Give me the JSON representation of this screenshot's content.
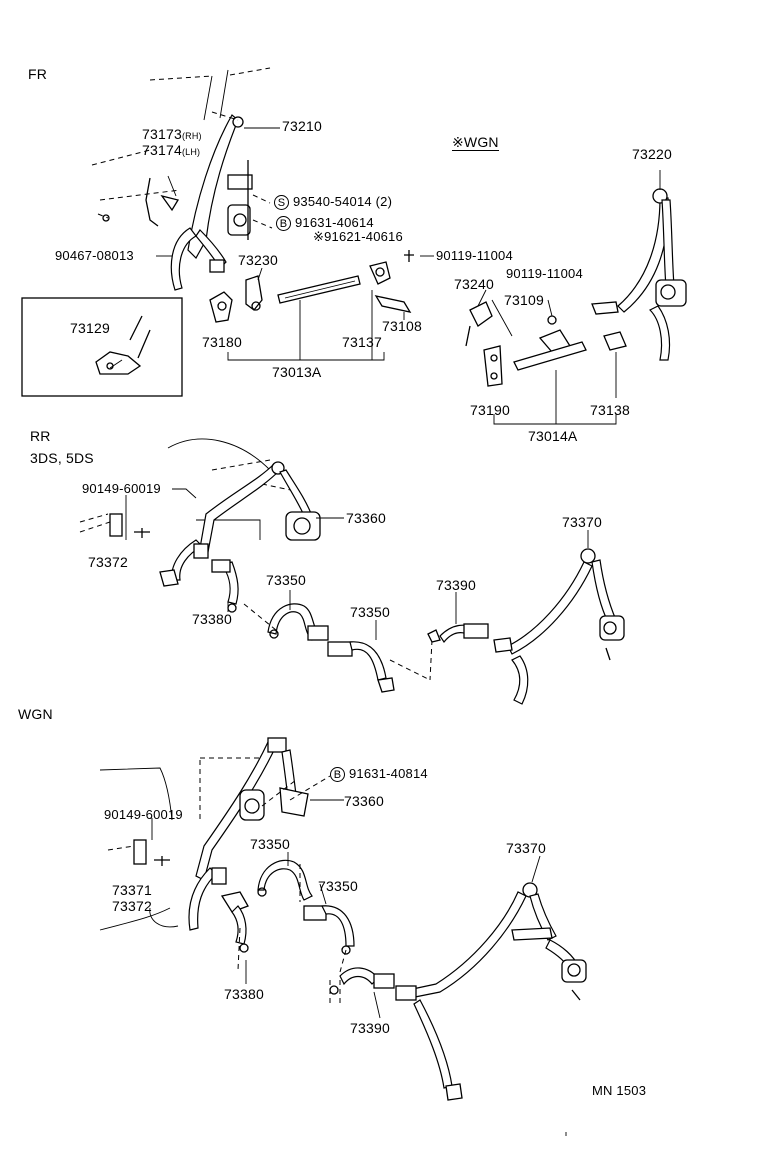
{
  "sections": {
    "fr": "FR",
    "wgn_note": "※WGN",
    "rr": "RR",
    "rr_sub": "3DS, 5DS",
    "wgn": "WGN"
  },
  "parts": {
    "p73173": "73173",
    "p73173_sub": "(RH)",
    "p73174": "73174",
    "p73174_sub": "(LH)",
    "p73210": "73210",
    "s_code": "S",
    "p93540": "93540-54014 (2)",
    "b_code": "B",
    "p91631": "91631-40614",
    "p91621": "※91621-40616",
    "p90467": "90467-08013",
    "p73230": "73230",
    "p90119_a": "90119-11004",
    "p90119_b": "90119-11004",
    "p73220": "73220",
    "p73240": "73240",
    "p73109": "73109",
    "p73129": "73129",
    "p73108": "73108",
    "p73180": "73180",
    "p73137": "73137",
    "p73013A": "73013A",
    "p73190": "73190",
    "p73138": "73138",
    "p73014A": "73014A",
    "p90149_rr": "90149-60019",
    "p73360_rr": "73360",
    "p73370_rr": "73370",
    "p73372_rr": "73372",
    "p73350_rr_a": "73350",
    "p73350_rr_b": "73350",
    "p73390_rr": "73390",
    "p73380_rr": "73380",
    "b_code_wgn": "B",
    "p91631_wgn": "91631-40814",
    "p90149_wgn": "90149-60019",
    "p73360_wgn": "73360",
    "p73350_wgn_a": "73350",
    "p73350_wgn_b": "73350",
    "p73370_wgn": "73370",
    "p73371": "73371",
    "p73372_wgn": "73372",
    "p73380_wgn": "73380",
    "p73390_wgn": "73390"
  },
  "footer": {
    "catalog_code": "MN 1503"
  }
}
